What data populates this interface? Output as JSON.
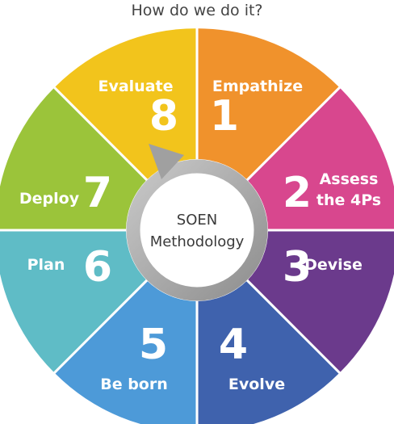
{
  "title": "How do we do it?",
  "center": {
    "line1": "SOEN",
    "line2": "Methodology"
  },
  "segments": [
    {
      "number": "1",
      "label_lines": [
        "Empathize"
      ],
      "color": "#f0922c"
    },
    {
      "number": "2",
      "label_lines": [
        "Assess",
        "the 4Ps"
      ],
      "color": "#d8478e"
    },
    {
      "number": "3",
      "label_lines": [
        "Devise"
      ],
      "color": "#6b3a8c"
    },
    {
      "number": "4",
      "label_lines": [
        "Evolve"
      ],
      "color": "#3f62ad"
    },
    {
      "number": "5",
      "label_lines": [
        "Be born"
      ],
      "color": "#4d9ad8"
    },
    {
      "number": "6",
      "label_lines": [
        "Plan"
      ],
      "color": "#5fbcc6"
    },
    {
      "number": "7",
      "label_lines": [
        "Deploy"
      ],
      "color": "#9bc43a"
    },
    {
      "number": "8",
      "label_lines": [
        "Evaluate"
      ],
      "color": "#f2c41c"
    }
  ],
  "ring_color": "#a8a8a8",
  "arrow_icon": "circular-arrow-icon"
}
